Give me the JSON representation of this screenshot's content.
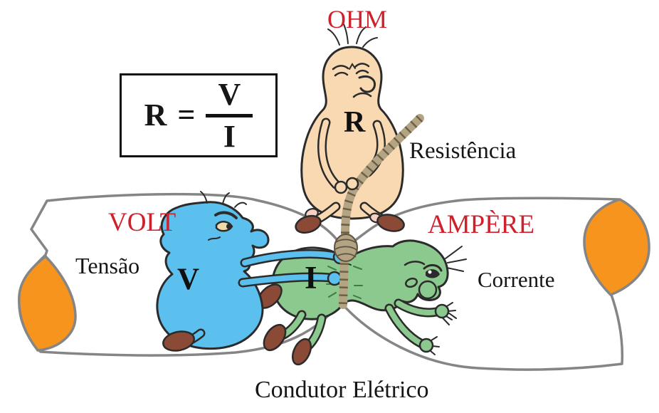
{
  "characters": {
    "ohm": {
      "name": "OHM",
      "symbol": "R",
      "quantity": "Resistência"
    },
    "volt": {
      "name": "VOLT",
      "symbol": "V",
      "quantity": "Tensão"
    },
    "ampere": {
      "name": "AMPÈRE",
      "symbol": "I",
      "quantity": "Corrente"
    }
  },
  "formula": {
    "result": "R",
    "equals_sign": "=",
    "numerator": "V",
    "denominator": "I"
  },
  "conductor_label": "Condutor Elétrico",
  "colors": {
    "label_red": "#CE212B",
    "text_black": "#161616",
    "ohm_skin": "#F9D9B1",
    "volt_skin": "#5CC0EE",
    "ampere_skin": "#8CC98F",
    "conductor_end_orange": "#F7941E",
    "shoe_brown": "#8A4A36",
    "rope_tan": "#B3A584",
    "outline_gray": "#858585"
  }
}
